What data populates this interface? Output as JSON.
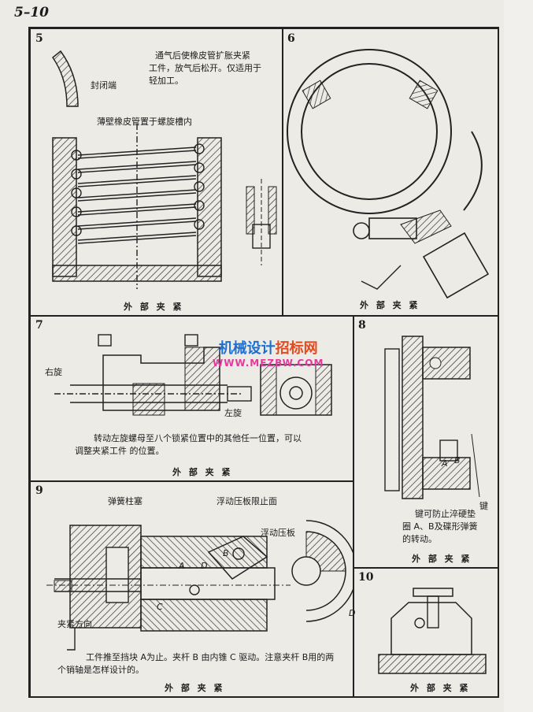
{
  "page": {
    "number": "5–10"
  },
  "watermark": {
    "line1_a": "机械设计",
    "line1_b": "招标网",
    "line2": "WWW.MEZBW.COM"
  },
  "panels": [
    {
      "number": "5",
      "notes": [
        "通气后使橡皮管扩胀夹紧",
        "工件，放气后松开。仅适用于",
        "轻加工。"
      ],
      "label_end": "封闭端",
      "label_tube": "薄壁橡皮管置于螺旋槽内",
      "caption": "外 部 夹 紧"
    },
    {
      "number": "6",
      "caption": "外 部 夹 紧"
    },
    {
      "number": "7",
      "label_left": "右旋",
      "label_right": "左旋",
      "notes": [
        "转动左旋螺母至八个锁紧位置中的其他任一位置，可以",
        "调整夹紧工件 的位置。"
      ],
      "caption": "外 部 夹 紧"
    },
    {
      "number": "8",
      "label_a": "A",
      "label_b": "B",
      "label_key": "键",
      "notes": [
        "键可防止淬硬垫",
        "圈 A、B及碟形弹簧",
        "的转动。"
      ],
      "caption": "外 部 夹 紧"
    },
    {
      "number": "9",
      "label_spring": "弹簧柱塞",
      "label_limit": "浮动压板限止面",
      "label_plate": "浮动压板",
      "label_dir": "夹紧方向",
      "letters": [
        "A",
        "D",
        "B",
        "C",
        "D"
      ],
      "notes": [
        "工件推至挡块 A为止。夹杆 B 由内锥 C 驱动。注意夹杆 B用的两",
        "个销轴是怎样设计的。"
      ],
      "caption": "外 部 夹 紧"
    },
    {
      "number": "10",
      "caption": "外 部 夹 紧"
    }
  ]
}
